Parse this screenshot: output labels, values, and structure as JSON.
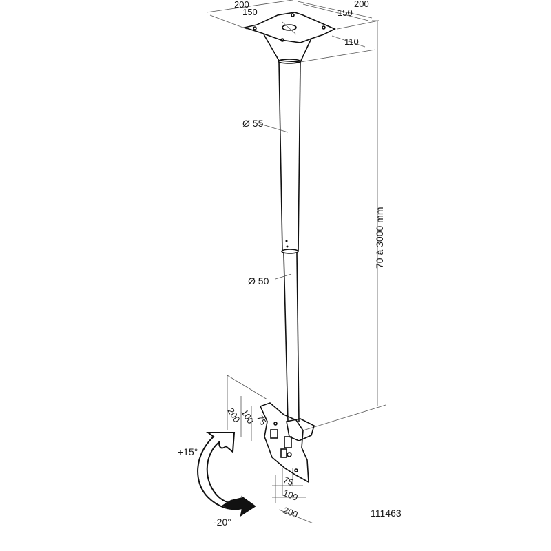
{
  "top_plate": {
    "dim_200_left": "200",
    "dim_150_left": "150",
    "dim_150_right": "150",
    "dim_200_right": "200",
    "height": "110"
  },
  "pole": {
    "upper_diameter": "Ø 55",
    "lower_diameter": "Ø 50",
    "length_range": "70 à 3000 mm"
  },
  "vesa_plate": {
    "left_200": "200",
    "left_100": "100",
    "left_75": "75",
    "bottom_75": "75",
    "bottom_100": "100",
    "bottom_200": "200"
  },
  "tilt": {
    "up": "+15°",
    "down": "-20°"
  },
  "product_code": "111463"
}
